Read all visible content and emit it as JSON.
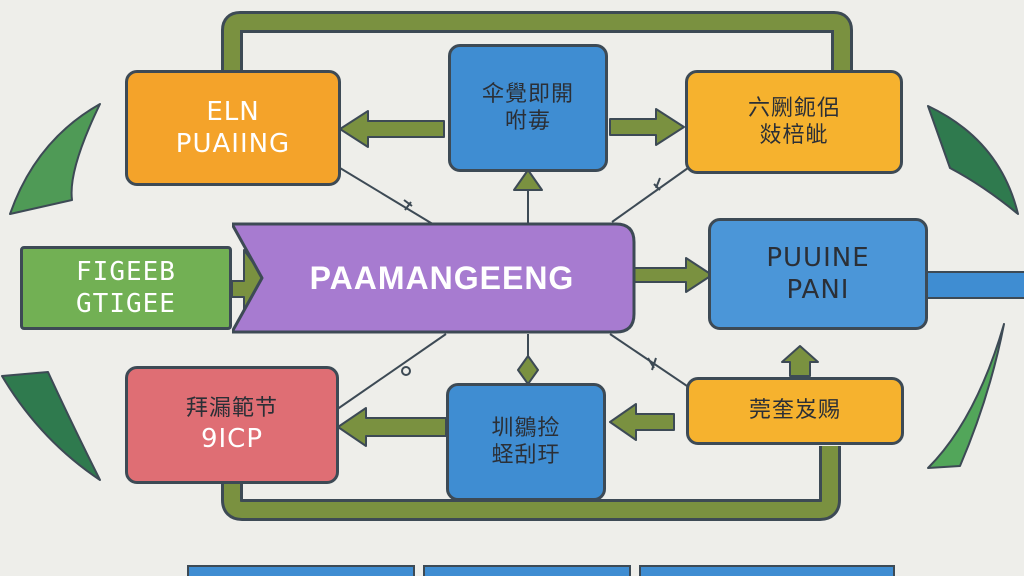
{
  "nodes": {
    "orange_left": {
      "line1": "ELN",
      "line2": "PUAIING"
    },
    "blue_top": {
      "line1": "伞覺即開",
      "line2": "咐毐"
    },
    "orange_right": {
      "line1": "六劂鈪侶",
      "line2": "敥棓皉"
    },
    "green_left": {
      "line1": "FIGEEB",
      "line2": "GTIGEE"
    },
    "center": {
      "label": "PAAMANGEENG"
    },
    "blue_right": {
      "line1": "PUUINE",
      "line2": "PANI"
    },
    "red": {
      "line1": "拜漏範节",
      "line2": "9ICP"
    },
    "blue_bottom": {
      "line1": "圳鶵捡",
      "line2": "蛏刮玗"
    },
    "orange_lower_right": {
      "line1": "莞奎岌赐"
    }
  },
  "colors": {
    "orange": "#f4a32a",
    "yellow_orange": "#f6b22e",
    "blue": "#3f8dd2",
    "light_blue": "#4b96d8",
    "green": "#72b054",
    "red": "#df6e74",
    "purple": "#a77bd0",
    "olive_connector": "#7a9140",
    "dark_outline": "#3d4a55",
    "background": "#eeeeea"
  }
}
